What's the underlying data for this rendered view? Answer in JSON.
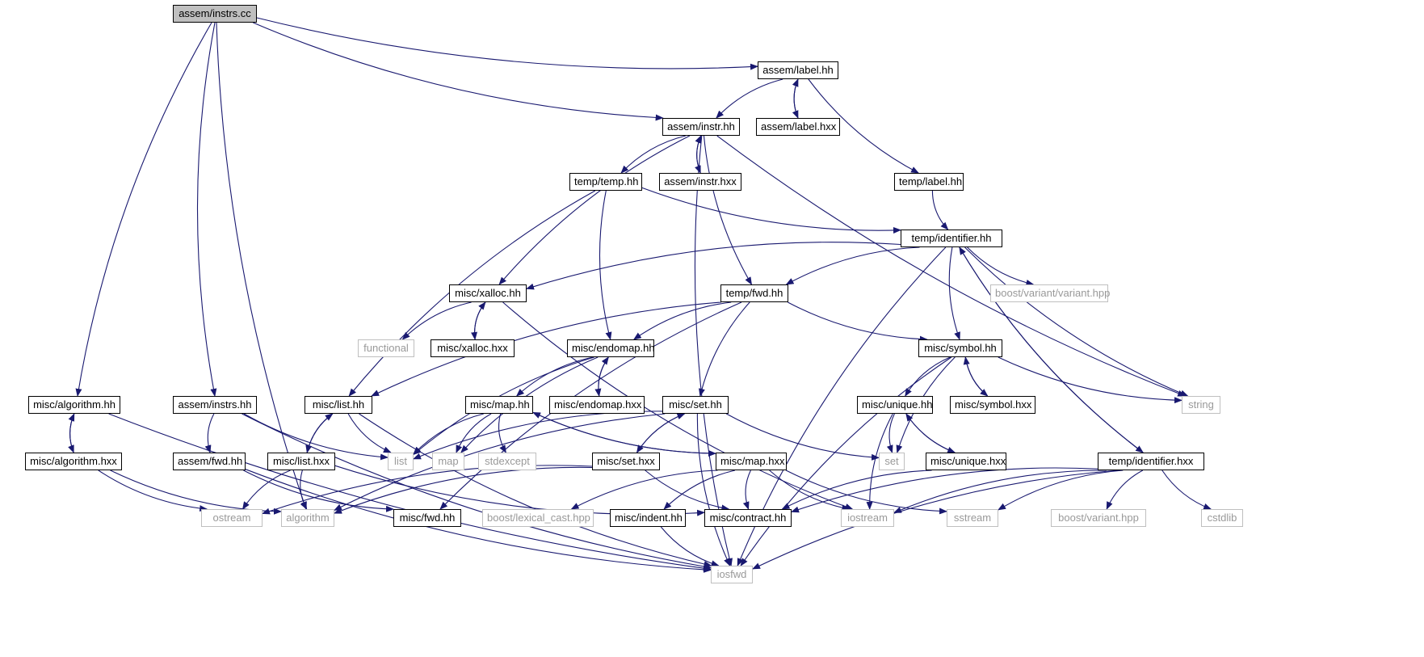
{
  "graph": {
    "colors": {
      "edge": "#191970",
      "node_border": "#000000",
      "root_fill": "#bfbfbf",
      "external_border": "#bfbfbf",
      "external_text": "#999999"
    },
    "nodes": {
      "root": {
        "label": "assem/instrs.cc",
        "kind": "root"
      },
      "labelhh": {
        "label": "assem/label.hh",
        "kind": "internal"
      },
      "instrhh": {
        "label": "assem/instr.hh",
        "kind": "internal"
      },
      "labelhxx": {
        "label": "assem/label.hxx",
        "kind": "internal"
      },
      "temphh": {
        "label": "temp/temp.hh",
        "kind": "internal"
      },
      "instrhxx": {
        "label": "assem/instr.hxx",
        "kind": "internal"
      },
      "templabel": {
        "label": "temp/label.hh",
        "kind": "internal"
      },
      "identhh": {
        "label": "temp/identifier.hh",
        "kind": "internal"
      },
      "xallochh": {
        "label": "misc/xalloc.hh",
        "kind": "internal"
      },
      "fwdhh": {
        "label": "temp/fwd.hh",
        "kind": "internal"
      },
      "boostvar": {
        "label": "boost/variant/variant.hpp",
        "kind": "external"
      },
      "functional": {
        "label": "functional",
        "kind": "external"
      },
      "xallochxx": {
        "label": "misc/xalloc.hxx",
        "kind": "internal"
      },
      "endomaphh": {
        "label": "misc/endomap.hh",
        "kind": "internal"
      },
      "symbolhh": {
        "label": "misc/symbol.hh",
        "kind": "internal"
      },
      "algohh": {
        "label": "misc/algorithm.hh",
        "kind": "internal"
      },
      "instrshh": {
        "label": "assem/instrs.hh",
        "kind": "internal"
      },
      "listhh": {
        "label": "misc/list.hh",
        "kind": "internal"
      },
      "maphh": {
        "label": "misc/map.hh",
        "kind": "internal"
      },
      "endomaphxx": {
        "label": "misc/endomap.hxx",
        "kind": "internal"
      },
      "sethh": {
        "label": "misc/set.hh",
        "kind": "internal"
      },
      "uniquehh": {
        "label": "misc/unique.hh",
        "kind": "internal"
      },
      "symbolhxx": {
        "label": "misc/symbol.hxx",
        "kind": "internal"
      },
      "string": {
        "label": "string",
        "kind": "external"
      },
      "algohxx": {
        "label": "misc/algorithm.hxx",
        "kind": "internal"
      },
      "assemfwd": {
        "label": "assem/fwd.hh",
        "kind": "internal"
      },
      "listhxx": {
        "label": "misc/list.hxx",
        "kind": "internal"
      },
      "list": {
        "label": "list",
        "kind": "external"
      },
      "map": {
        "label": "map",
        "kind": "external"
      },
      "stdexcept": {
        "label": "stdexcept",
        "kind": "external"
      },
      "sethxx": {
        "label": "misc/set.hxx",
        "kind": "internal"
      },
      "maphxx": {
        "label": "misc/map.hxx",
        "kind": "internal"
      },
      "set": {
        "label": "set",
        "kind": "external"
      },
      "uniquehxx": {
        "label": "misc/unique.hxx",
        "kind": "internal"
      },
      "identhxx": {
        "label": "temp/identifier.hxx",
        "kind": "internal"
      },
      "ostream": {
        "label": "ostream",
        "kind": "external"
      },
      "algorithm": {
        "label": "algorithm",
        "kind": "external"
      },
      "miscfwd": {
        "label": "misc/fwd.hh",
        "kind": "internal"
      },
      "lexcast": {
        "label": "boost/lexical_cast.hpp",
        "kind": "external"
      },
      "indent": {
        "label": "misc/indent.hh",
        "kind": "internal"
      },
      "contract": {
        "label": "misc/contract.hh",
        "kind": "internal"
      },
      "iostream": {
        "label": "iostream",
        "kind": "external"
      },
      "sstream": {
        "label": "sstream",
        "kind": "external"
      },
      "boostvarhpp": {
        "label": "boost/variant.hpp",
        "kind": "external"
      },
      "cstdlib": {
        "label": "cstdlib",
        "kind": "external"
      },
      "iosfwd": {
        "label": "iosfwd",
        "kind": "external"
      }
    },
    "edges": [
      [
        "root",
        "labelhh"
      ],
      [
        "root",
        "instrhh"
      ],
      [
        "root",
        "algohh"
      ],
      [
        "root",
        "instrshh"
      ],
      [
        "root",
        "algorithm"
      ],
      [
        "labelhh",
        "instrhh"
      ],
      [
        "labelhh",
        "labelhxx"
      ],
      [
        "labelhxx",
        "labelhh"
      ],
      [
        "labelhh",
        "templabel"
      ],
      [
        "instrhh",
        "temphh"
      ],
      [
        "instrhh",
        "instrhxx"
      ],
      [
        "instrhxx",
        "instrhh"
      ],
      [
        "instrhh",
        "xallochh"
      ],
      [
        "instrhh",
        "fwdhh"
      ],
      [
        "instrhh",
        "string"
      ],
      [
        "instrhh",
        "iosfwd"
      ],
      [
        "temphh",
        "identhh"
      ],
      [
        "temphh",
        "endomaphh"
      ],
      [
        "temphh",
        "listhh"
      ],
      [
        "templabel",
        "identhh"
      ],
      [
        "identhh",
        "xallochh"
      ],
      [
        "identhh",
        "fwdhh"
      ],
      [
        "identhh",
        "boostvar"
      ],
      [
        "identhh",
        "symbolhh"
      ],
      [
        "identhh",
        "identhxx"
      ],
      [
        "identhh",
        "string"
      ],
      [
        "identhh",
        "iosfwd"
      ],
      [
        "xallochh",
        "functional"
      ],
      [
        "xallochh",
        "xallochxx"
      ],
      [
        "xallochxx",
        "xallochh"
      ],
      [
        "xallochh",
        "iostream"
      ],
      [
        "fwdhh",
        "endomaphh"
      ],
      [
        "fwdhh",
        "symbolhh"
      ],
      [
        "fwdhh",
        "listhh"
      ],
      [
        "fwdhh",
        "sethh"
      ],
      [
        "fwdhh",
        "miscfwd"
      ],
      [
        "endomaphh",
        "endomaphxx"
      ],
      [
        "endomaphxx",
        "endomaphh"
      ],
      [
        "endomaphh",
        "maphh"
      ],
      [
        "endomaphh",
        "list"
      ],
      [
        "endomaphh",
        "map"
      ],
      [
        "symbolhh",
        "uniquehh"
      ],
      [
        "symbolhh",
        "symbolhxx"
      ],
      [
        "symbolhxx",
        "symbolhh"
      ],
      [
        "symbolhh",
        "string"
      ],
      [
        "symbolhh",
        "set"
      ],
      [
        "symbolhh",
        "iosfwd"
      ],
      [
        "algohh",
        "algohxx"
      ],
      [
        "algohxx",
        "algohh"
      ],
      [
        "algohh",
        "iosfwd"
      ],
      [
        "instrshh",
        "assemfwd"
      ],
      [
        "instrshh",
        "list"
      ],
      [
        "instrshh",
        "iosfwd"
      ],
      [
        "listhh",
        "listhxx"
      ],
      [
        "listhxx",
        "listhh"
      ],
      [
        "listhh",
        "list"
      ],
      [
        "listhh",
        "iosfwd"
      ],
      [
        "maphh",
        "list"
      ],
      [
        "maphh",
        "map"
      ],
      [
        "maphh",
        "stdexcept"
      ],
      [
        "maphh",
        "maphxx"
      ],
      [
        "maphxx",
        "maphh"
      ],
      [
        "sethh",
        "sethxx"
      ],
      [
        "sethxx",
        "sethh"
      ],
      [
        "sethh",
        "list"
      ],
      [
        "sethh",
        "set"
      ],
      [
        "sethh",
        "algorithm"
      ],
      [
        "sethh",
        "iosfwd"
      ],
      [
        "uniquehh",
        "set"
      ],
      [
        "uniquehh",
        "uniquehxx"
      ],
      [
        "uniquehxx",
        "uniquehh"
      ],
      [
        "uniquehh",
        "iostream"
      ],
      [
        "identhxx",
        "identhh"
      ],
      [
        "identhxx",
        "contract"
      ],
      [
        "identhxx",
        "iostream"
      ],
      [
        "identhxx",
        "sstream"
      ],
      [
        "identhxx",
        "boostvarhpp"
      ],
      [
        "identhxx",
        "cstdlib"
      ],
      [
        "identhxx",
        "iosfwd"
      ],
      [
        "algohxx",
        "ostream"
      ],
      [
        "algohxx",
        "algorithm"
      ],
      [
        "assemfwd",
        "iosfwd"
      ],
      [
        "assemfwd",
        "miscfwd"
      ],
      [
        "listhxx",
        "ostream"
      ],
      [
        "listhxx",
        "algorithm"
      ],
      [
        "listhxx",
        "contract"
      ],
      [
        "sethxx",
        "contract"
      ],
      [
        "sethxx",
        "ostream"
      ],
      [
        "sethxx",
        "algorithm"
      ],
      [
        "maphxx",
        "contract"
      ],
      [
        "maphxx",
        "indent"
      ],
      [
        "maphxx",
        "lexcast"
      ],
      [
        "maphxx",
        "iostream"
      ],
      [
        "maphxx",
        "sstream"
      ],
      [
        "uniquehxx",
        "contract"
      ],
      [
        "indent",
        "iosfwd"
      ]
    ]
  }
}
